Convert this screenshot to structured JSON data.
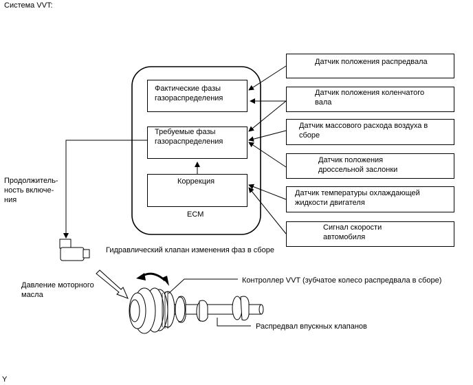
{
  "title": "Система VVT:",
  "ecm": {
    "label": "ECM",
    "blocks": {
      "actual_line1": "Фактические фазы",
      "actual_line2": "газораспределения",
      "target_line1": "Требуемые фазы",
      "target_line2": "газораспределения",
      "correction": "Коррекция"
    }
  },
  "sensors": [
    {
      "line1": "Датчик положения распредвала",
      "line2": ""
    },
    {
      "line1": "Датчик положения коленчатого",
      "line2": "вала"
    },
    {
      "line1": "Датчик массового расхода воздуха в",
      "line2": "сборе"
    },
    {
      "line1": "Датчик положения",
      "line2": "дроссельной заслонки"
    },
    {
      "line1": "Датчик температуры охлаждающей",
      "line2": "жидкости двигателя"
    },
    {
      "line1": "Сигнал скорости",
      "line2": "автомобиля"
    }
  ],
  "duty": {
    "line1": "Продолжитель-",
    "line2": "ность включе-",
    "line3": "ния"
  },
  "ocv_label": "Гидравлический клапан изменения фаз в сборе",
  "oil_pressure": {
    "line1": "Давление моторного",
    "line2": "масла"
  },
  "vvt_controller_label": "Контроллер VVT (зубчатое колесо распредвала в сборе)",
  "camshaft_label": "Распредвал впускных клапанов",
  "corner_mark": "Y"
}
